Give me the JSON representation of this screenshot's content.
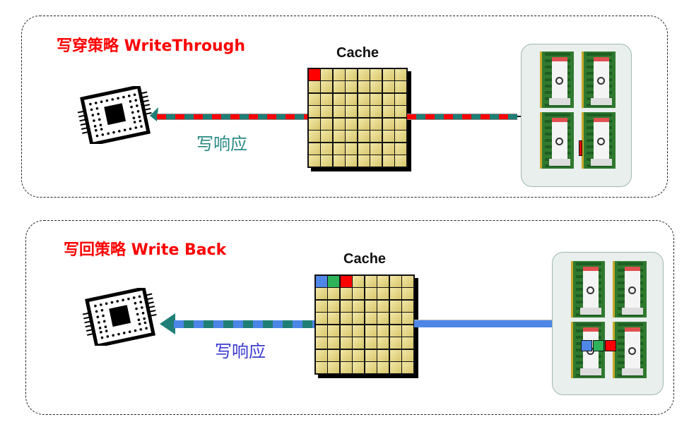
{
  "panels": [
    {
      "title": "写穿策略 WriteThrough",
      "cache_label": "Cache",
      "response_label": "写响应",
      "response_color": "#2a8a84",
      "bus_left_colors": [
        "#ff0000",
        "#1f7f77"
      ],
      "bus_right_colors": [
        "#ff0000",
        "#1f7f77"
      ],
      "highlighted_cells": [
        {
          "row": 0,
          "col": 0,
          "color": "#ff0000"
        }
      ],
      "memory_modules": 4,
      "memory_marker_colors": [
        "#ff0000"
      ]
    },
    {
      "title": "写回策略 Write Back",
      "cache_label": "Cache",
      "response_label": "写响应",
      "response_color": "#3a3ad0",
      "bus_left_colors": [
        "#4c86e6",
        "#1f7f77"
      ],
      "bus_right_colors": [
        "#4f87e8"
      ],
      "highlighted_cells": [
        {
          "row": 0,
          "col": 0,
          "color": "#4f87e8"
        },
        {
          "row": 0,
          "col": 1,
          "color": "#2fb35a"
        },
        {
          "row": 0,
          "col": 2,
          "color": "#ff0000"
        }
      ],
      "memory_modules": 4,
      "memory_marker_colors": [
        "#4f87e8",
        "#2fb35a",
        "#ff0000"
      ]
    }
  ],
  "icons": {
    "cpu": "cpu-chip-icon",
    "memory": "ram-module-icon"
  },
  "colors": {
    "title": "#ff0000",
    "cache_cell": "#e6d98a",
    "panel_border": "#222222"
  }
}
